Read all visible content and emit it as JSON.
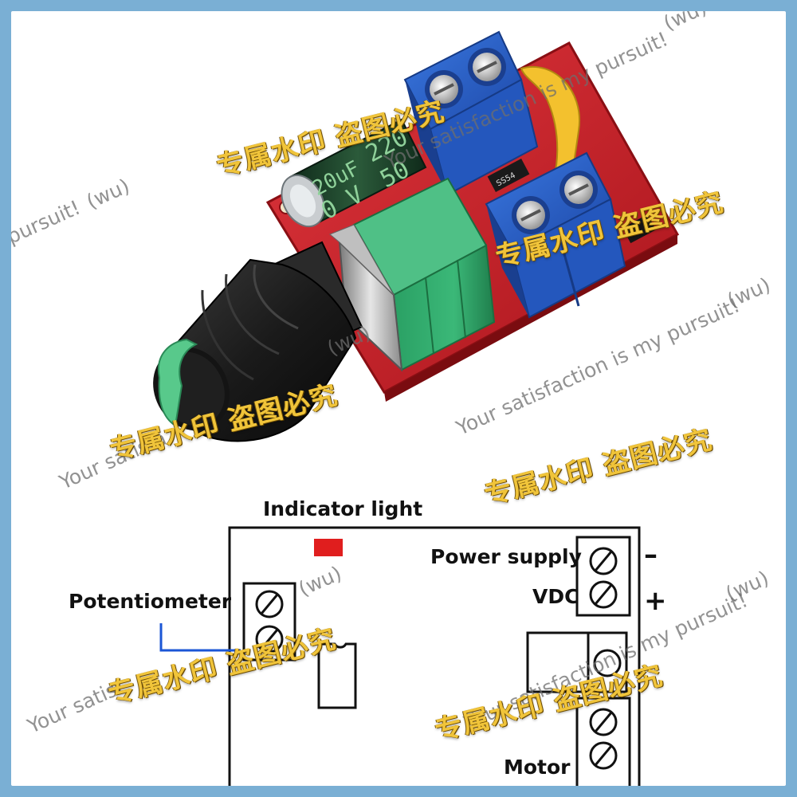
{
  "diagram": {
    "indicator_label": "Indicator light",
    "potentiometer_label": "Potentiometer",
    "power_supply_label": "Power supply",
    "vdc_label": "VDC",
    "minus_sign": "–",
    "plus_sign": "+",
    "motor_label": "Motor"
  },
  "photo": {
    "capacitor_text_line1": "220",
    "capacitor_text_line2": "50",
    "capacitor_unit": "20uF",
    "capacitor_voltage": "0 V",
    "diode_marking": "SS54"
  },
  "watermark": {
    "cn_text": "专属水印 盗图必究",
    "en_text": "Your satisfaction is my pursuit!",
    "wu_text": "(wu)",
    "pursuit_fragment": "pursuit!",
    "satis_fragment": "Your satisf",
    "satisfa_fragment": "Your satisfa"
  },
  "colors": {
    "frame": "#7aafd4",
    "terminal_blue": "#2a5fc7",
    "pot_green": "#2f9c62",
    "capacitor_green": "#1f4a2e",
    "pcb_red": "#c8202a",
    "indicator_red": "#e01e1e",
    "wiper_blue": "#1b56d6",
    "watermark_gold": "#f0c43a"
  }
}
